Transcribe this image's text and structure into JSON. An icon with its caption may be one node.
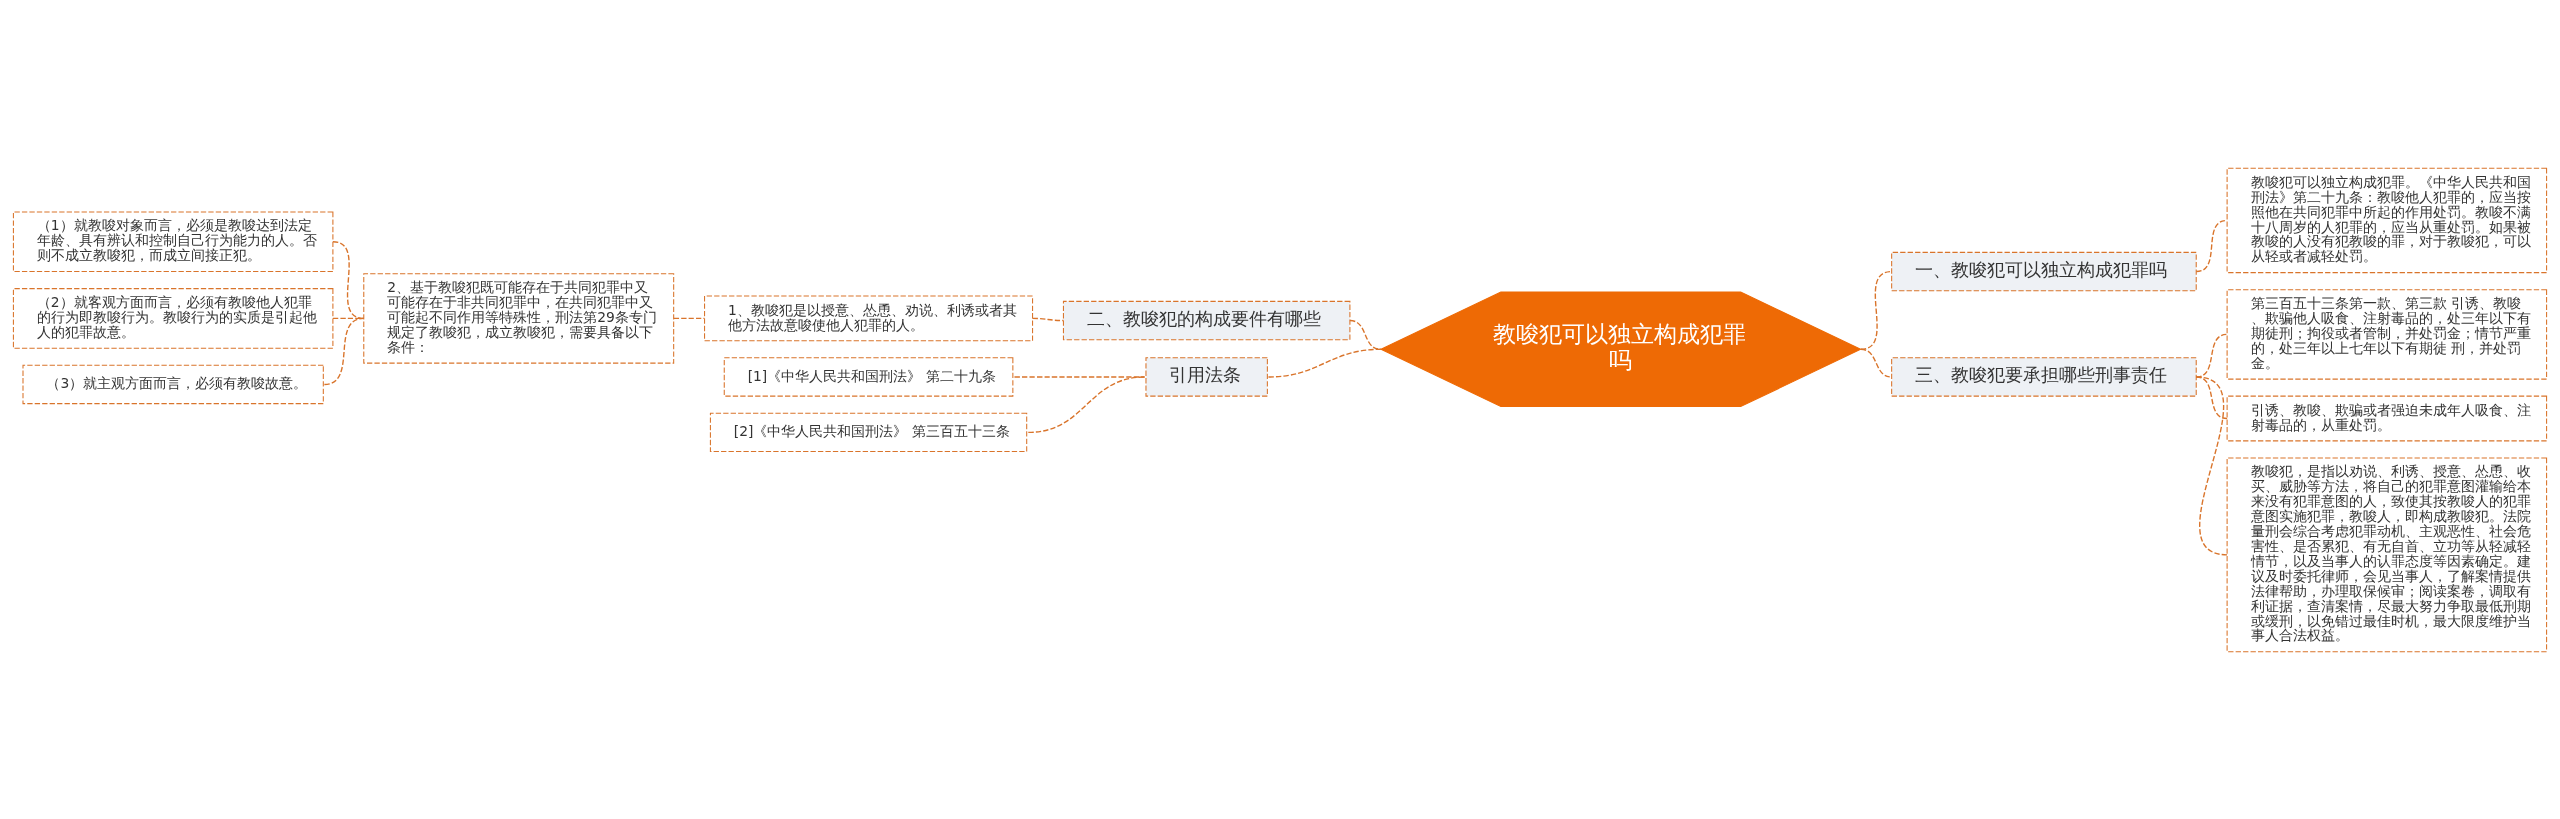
{
  "diagram": {
    "nodes": [
      {
        "text": [
          "教唆犯可以独立构成犯罪吗"
        ]
      },
      {
        "text": [
          "一、教唆犯可以独立构成犯罪吗"
        ]
      },
      {
        "text": [
          "教唆犯可以独立构成犯罪。《中华人民共和国刑法》第二十九条：教唆他人犯罪的，应当按照他在共同犯罪中所起的作用处罚。教唆不满十八周岁的人犯罪的，应当从重处罚。如果被教唆的人没有犯教唆的罪，对于教唆犯，可以从轻或者减轻处罚。"
        ]
      },
      {
        "text": [
          "二、教唆犯的构成要件有哪些"
        ]
      },
      {
        "text": [
          "1、教唆犯是以授意、怂恿、劝说、利诱或者其他方法故意唆使他人犯罪的人。"
        ]
      },
      {
        "text": [
          "2、基于教唆犯既可能存在于共同犯罪中又可能存在于非共同犯罪中，在共同犯罪中又可能起不同作用等特殊性，刑法第29条专门规定了教唆犯，成立教唆犯，需要具备以下条件："
        ]
      },
      {
        "text": [
          "（1）就教唆对象而言，必须是教唆达到法定年龄、具有辨认和控制自己行为能力的人。否则不成立教唆犯，而成立间接正犯。"
        ]
      },
      {
        "text": [
          "（2）就客观方面而言，必须有教唆他人犯罪的行为即教唆行为。教唆行为的实质是引起他人的犯罪故意。"
        ]
      },
      {
        "text": [
          "（3）就主观方面而言，必须有教唆故意。"
        ]
      },
      {
        "text": [
          "三、教唆犯要承担哪些刑事责任"
        ]
      },
      {
        "text": [
          "第三百五十三条第一款、第三款 引诱、教唆、欺骗他人吸食、注射毒品的，处三年以下有期徒刑；拘役或者管制，并处罚金；情节严重的，处三年以上七年以下有期徒 刑，并处罚金。"
        ]
      },
      {
        "text": [
          "引诱、教唆、欺骗或者强迫未成年人吸食、注射毒品的，从重处罚。"
        ]
      },
      {
        "text": [
          "教唆犯，是指以劝说、利诱、授意、怂恿、收买、威胁等方法，将自己的犯罪意图灌输给本来没有犯罪意图的人，致使其按教唆人的犯罪意图实施犯罪，教唆人，即构成教唆犯。法院量刑会综合考虑犯罪动机、主观恶性、社会危害性、是否累犯、有无自首、立功等从轻减轻情节，以及当事人的认罪态度等因素确定。建议及时委托律师，会见当事人，了解案情提供法律帮助，办理取保候审；阅读案卷，调取有利证据，查清案情，尽最大努力争取最低刑期或缓刑，以免错过最佳时机，最大限度维护当事人合法权益。"
        ]
      },
      {
        "text": [
          "引用法条"
        ]
      },
      {
        "text": [
          "[1]《中华人民共和国刑法》 第二十九条"
        ]
      },
      {
        "text": [
          "[2]《中华人民共和国刑法》 第三百五十三条"
        ]
      }
    ],
    "edges": [
      {
        "from": 3,
        "to": 0,
        "arrow": "none"
      },
      {
        "from": 4,
        "to": 3,
        "arrow": "none"
      },
      {
        "from": 5,
        "to": 4,
        "arrow": "none"
      },
      {
        "from": 6,
        "to": 5,
        "arrow": "none"
      },
      {
        "from": 7,
        "to": 5,
        "arrow": "none"
      },
      {
        "from": 8,
        "to": 5,
        "arrow": "none"
      },
      {
        "from": 13,
        "to": 0,
        "arrow": "none"
      },
      {
        "from": 14,
        "to": 13,
        "arrow": "none"
      },
      {
        "from": 15,
        "to": 13,
        "arrow": "none"
      },
      {
        "from": 0,
        "to": 1,
        "arrow": "none"
      },
      {
        "from": 1,
        "to": 2,
        "arrow": "none"
      },
      {
        "from": 0,
        "to": 9,
        "arrow": "none"
      },
      {
        "from": 9,
        "to": 10,
        "arrow": "none"
      },
      {
        "from": 9,
        "to": 11,
        "arrow": "none"
      },
      {
        "from": 9,
        "to": 12,
        "arrow": "none"
      }
    ]
  }
}
